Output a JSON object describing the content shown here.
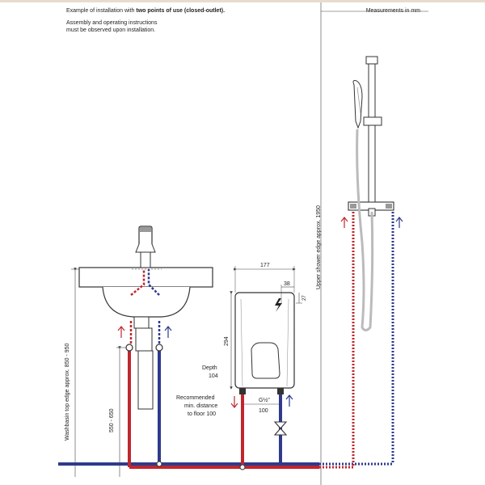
{
  "header": {
    "caption_prefix": "Example of installation with ",
    "caption_bold": "two points of use (closed-outlet).",
    "assembly_line1": "Assembly and operating instructions",
    "assembly_line2": "must be observed upon installation.",
    "measurements": "Measurements in mm"
  },
  "dimensions": {
    "heater_width": "177",
    "heater_height": "294",
    "offset_top": "38",
    "offset_side": "27",
    "depth_label": "Depth",
    "depth_value": "104",
    "connection": "G½\"",
    "connection_spacing": "100",
    "recommended_line1": "Recommended",
    "recommended_line2": "min. distance",
    "recommended_line3": "to floor 100",
    "washbasin_label": "Washbasin top edge approx. 850 - 950",
    "valve_height_label": "550 - 650",
    "shower_label": "Upper shower edge approx. 1950"
  },
  "colors": {
    "hot": "#c0272d",
    "cold": "#2e3a8c",
    "outline": "#333333",
    "dimension": "#444444"
  },
  "icons": [
    "lightning-icon",
    "shower-head-icon",
    "faucet-icon",
    "valve-icon"
  ]
}
